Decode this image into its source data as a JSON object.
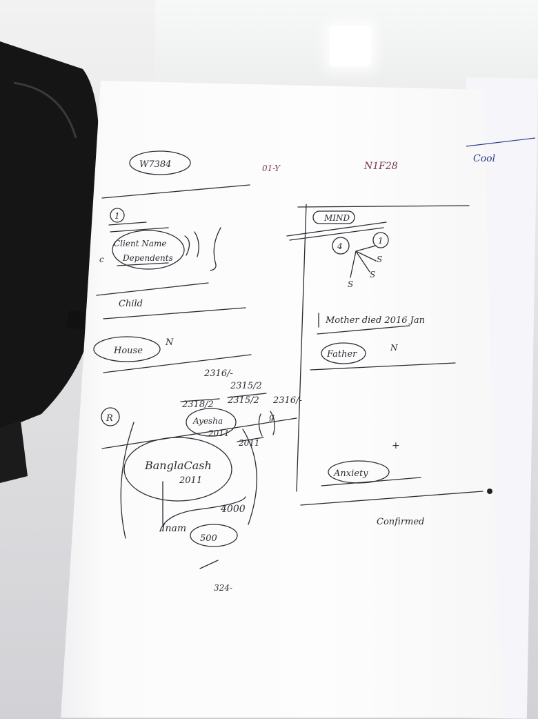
{
  "left_page": {
    "top_code": "W7384",
    "mirror_text_1": "01-Y",
    "mirror_text_2": "N1F28",
    "section_1_marker": "1",
    "c_label": "c",
    "client_name": "Client Name",
    "dependents": "Dependents",
    "child": "Child",
    "house": "House",
    "house_value": "N",
    "code_a": "2316/-",
    "code_b": "2315/2",
    "code_c": "2318/2",
    "code_d": "2315/2",
    "code_e": "2316/-",
    "section_r_marker": "R",
    "name_box": "Ayesha",
    "year_a": "2011",
    "bank_code": "2011",
    "bank_name": "BanglaCash",
    "year_b": "2011",
    "inam_label": "Inam",
    "inam_value": "4000",
    "box_value": "500",
    "bottom_code": "324-"
  },
  "right_page": {
    "mind_label": "MIND",
    "node_4": "4",
    "node_1": "1",
    "node_s1": "S",
    "node_s2": "S",
    "node_s3": "S",
    "mother_note": "Mother died 2016 Jan",
    "father": "Father",
    "father_value": "N",
    "anxiety": "Anxiety",
    "plus_mark": "+",
    "confirmed": "Confirmed"
  },
  "side_page": {
    "margin_note": "Cool"
  }
}
